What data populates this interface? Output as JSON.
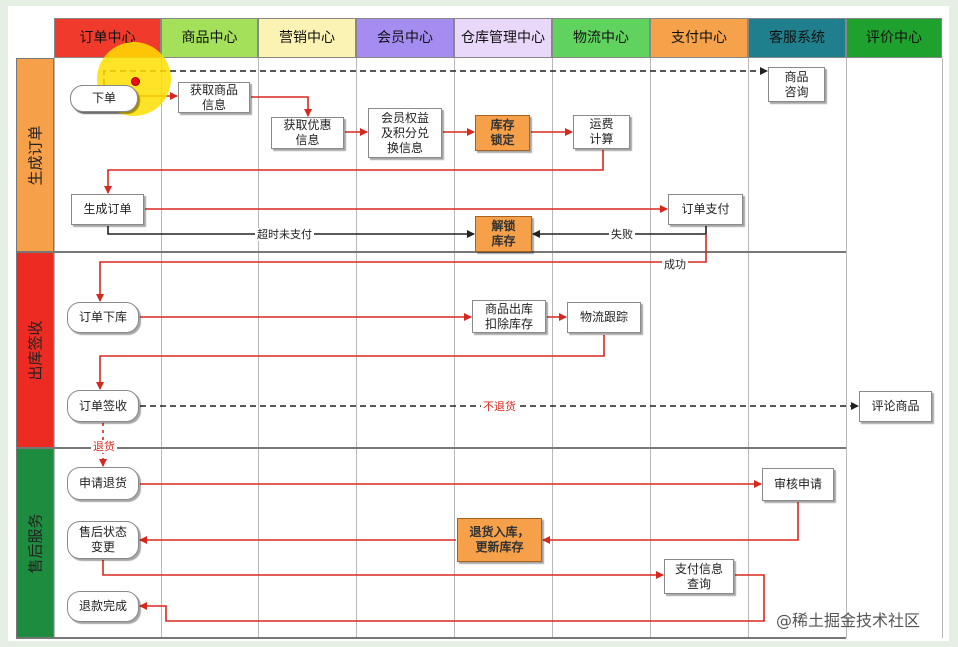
{
  "columns": [
    "订单中心",
    "商品中心",
    "营销中心",
    "会员中心",
    "仓库管理中心",
    "物流中心",
    "支付中心",
    "客服系统",
    "评价中心"
  ],
  "column_colors": [
    "#ef3a2c",
    "#a4e05a",
    "#fbf3b4",
    "#a48cf0",
    "#ead8fb",
    "#5fd35e",
    "#f6a24a",
    "#1f7f8c",
    "#1fa12e"
  ],
  "lanes": [
    "生成订单",
    "出库签收",
    "售后服务"
  ],
  "lane_colors": [
    "#f6a04a",
    "#ee2b22",
    "#1e8c3e"
  ],
  "nodes": {
    "place_order": "下单",
    "get_product_info": "获取商品\n信息",
    "get_promo_info": "获取优惠\n信息",
    "member_points": "会员权益\n及积分兑\n换信息",
    "lock_stock": "库存\n锁定",
    "shipping_calc": "运费\n计算",
    "product_consult": "商品\n咨询",
    "create_order": "生成订单",
    "order_pay": "订单支付",
    "unlock_stock": "解锁\n库存",
    "order_outbound": "订单下库",
    "goods_outbound": "商品出库\n扣除库存",
    "logistics_track": "物流跟踪",
    "order_receive": "订单签收",
    "rate_product": "评论商品",
    "apply_return": "申请退货",
    "review_apply": "审核申请",
    "after_sale_status": "售后状态\n变更",
    "return_restock": "退货入库，\n更新库存",
    "pay_info_query": "支付信息\n查询",
    "refund_done": "退款完成"
  },
  "edge_labels": {
    "timeout_unpaid": "超时未支付",
    "fail": "失败",
    "success": "成功",
    "no_return": "不退货",
    "return": "退货"
  },
  "watermark": "@稀土掘金技术社区"
}
